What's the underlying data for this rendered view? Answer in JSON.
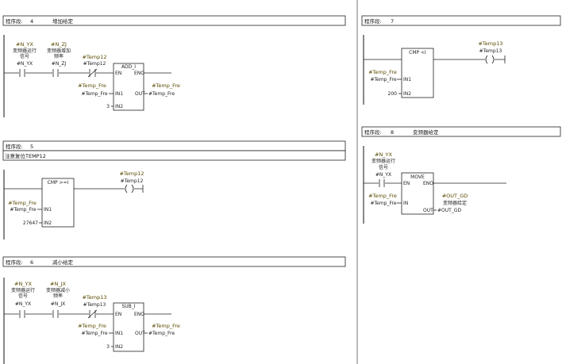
{
  "networks": {
    "n4": {
      "label": "程序段:",
      "number": "4",
      "comment": "增加给定",
      "contact1": {
        "symbol": "#N_YX",
        "comment1": "变频器运行",
        "comment2": "信号",
        "address": "#N_YX"
      },
      "contact2": {
        "symbol": "#N_ZJ",
        "comment1": "变频器增加",
        "comment2": "频率",
        "address": "#N_ZJ"
      },
      "contact3": {
        "symbol": "#Temp12",
        "address": "#Temp12"
      },
      "block": {
        "name": "ADD_I",
        "en": "EN",
        "eno": "ENO",
        "in1": "IN1",
        "in2": "IN2",
        "out": "OUT"
      },
      "in1_symbol": "#Temp_Fre",
      "in1_address": "#Temp_Fre",
      "in2_value": "3",
      "out_symbol": "#Temp_Fre",
      "out_address": "#Temp_Fre"
    },
    "n5": {
      "label": "程序段:",
      "number": "5",
      "comment": "注意复位TEMP12",
      "block": {
        "name": "CMP >=I",
        "in1": "IN1",
        "in2": "IN2"
      },
      "in1_symbol": "#Temp_Fre",
      "in1_address": "#Temp_Fre",
      "in2_value": "27647",
      "coil": {
        "symbol": "#Temp12",
        "address": "#Temp12"
      }
    },
    "n6": {
      "label": "程序段:",
      "number": "6",
      "comment": "减小给定",
      "contact1": {
        "symbol": "#N_YX",
        "comment1": "变频器运行",
        "comment2": "信号",
        "address": "#N_YX"
      },
      "contact2": {
        "symbol": "#N_JX",
        "comment1": "变频器减小",
        "comment2": "频率",
        "address": "#N_JX"
      },
      "contact3": {
        "symbol": "#Temp13",
        "address": "#Temp13"
      },
      "block": {
        "name": "SUB_I",
        "en": "EN",
        "eno": "ENO",
        "in1": "IN1",
        "in2": "IN2",
        "out": "OUT"
      },
      "in1_symbol": "#Temp_Fre",
      "in1_address": "#Temp_Fre",
      "in2_value": "3",
      "out_symbol": "#Temp_Fre",
      "out_address": "#Temp_Fre"
    },
    "n7": {
      "label": "程序段:",
      "number": "7",
      "block": {
        "name": "CMP <I",
        "in1": "IN1",
        "in2": "IN2"
      },
      "in1_symbol": "#Temp_Fre",
      "in1_address": "#Temp_Fre",
      "in2_value": "200",
      "coil": {
        "symbol": "#Temp13",
        "address": "#Temp13"
      }
    },
    "n8": {
      "label": "程序段:",
      "number": "8",
      "comment": "变频器给定",
      "contact1": {
        "symbol": "#N_YX",
        "comment1": "变频器运行",
        "comment2": "信号",
        "address": "#N_YX"
      },
      "block": {
        "name": "MOVE",
        "en": "EN",
        "eno": "ENO",
        "in": "IN",
        "out": "OUT"
      },
      "in_symbol": "#Temp_Fre",
      "in_address": "#Temp_Fre",
      "out_symbol": "#OUT_GD",
      "out_comment": "变频器给定",
      "out_address": "#OUT_GD"
    }
  }
}
